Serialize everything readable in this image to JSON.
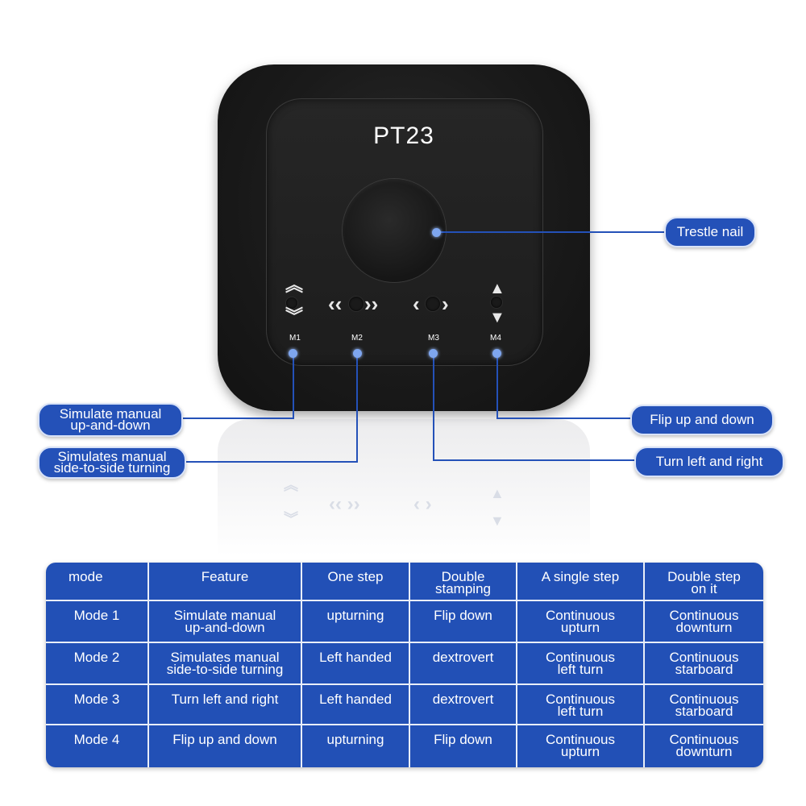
{
  "device": {
    "model": "PT23",
    "buttons": [
      {
        "label": "M1",
        "arrows_top": "︽",
        "arrows_bottom": "︾"
      },
      {
        "label": "M2",
        "arrows": "‹‹ ››"
      },
      {
        "label": "M3",
        "arrows": "‹ ›"
      },
      {
        "label": "M4",
        "arrows_top": "^",
        "arrows_bottom": "v"
      }
    ]
  },
  "callouts": {
    "trestle_nail": "Trestle nail",
    "m1_line1": "Simulate manual",
    "m1_line2": "up-and-down",
    "m2_line1": "Simulates manual",
    "m2_line2": "side-to-side turning",
    "m3": "Turn left and right",
    "m4": "Flip up and down"
  },
  "table": {
    "headers": [
      [
        "mode"
      ],
      [
        "Feature"
      ],
      [
        "One step"
      ],
      [
        "Double",
        "stamping"
      ],
      [
        "A single step"
      ],
      [
        "Double step",
        "on it"
      ]
    ],
    "rows": [
      [
        [
          "Mode 1"
        ],
        [
          "Simulate manual",
          "up-and-down"
        ],
        [
          "upturning"
        ],
        [
          "Flip down"
        ],
        [
          "Continuous",
          "upturn"
        ],
        [
          "Continuous",
          "downturn"
        ]
      ],
      [
        [
          "Mode 2"
        ],
        [
          "Simulates manual",
          "side-to-side turning"
        ],
        [
          "Left handed"
        ],
        [
          "dextrovert"
        ],
        [
          "Continuous",
          "left turn"
        ],
        [
          "Continuous",
          "starboard"
        ]
      ],
      [
        [
          "Mode 3"
        ],
        [
          "Turn left and right"
        ],
        [
          "Left handed"
        ],
        [
          "dextrovert"
        ],
        [
          "Continuous",
          "left turn"
        ],
        [
          "Continuous",
          "starboard"
        ]
      ],
      [
        [
          "Mode 4"
        ],
        [
          "Flip up and down"
        ],
        [
          "upturning"
        ],
        [
          "Flip down"
        ],
        [
          "Continuous",
          "upturn"
        ],
        [
          "Continuous",
          "downturn"
        ]
      ]
    ]
  },
  "colors": {
    "accent_blue": "#2250b6",
    "indicator_dot": "#7ea6ef",
    "device_body": "#1a1a1a"
  }
}
